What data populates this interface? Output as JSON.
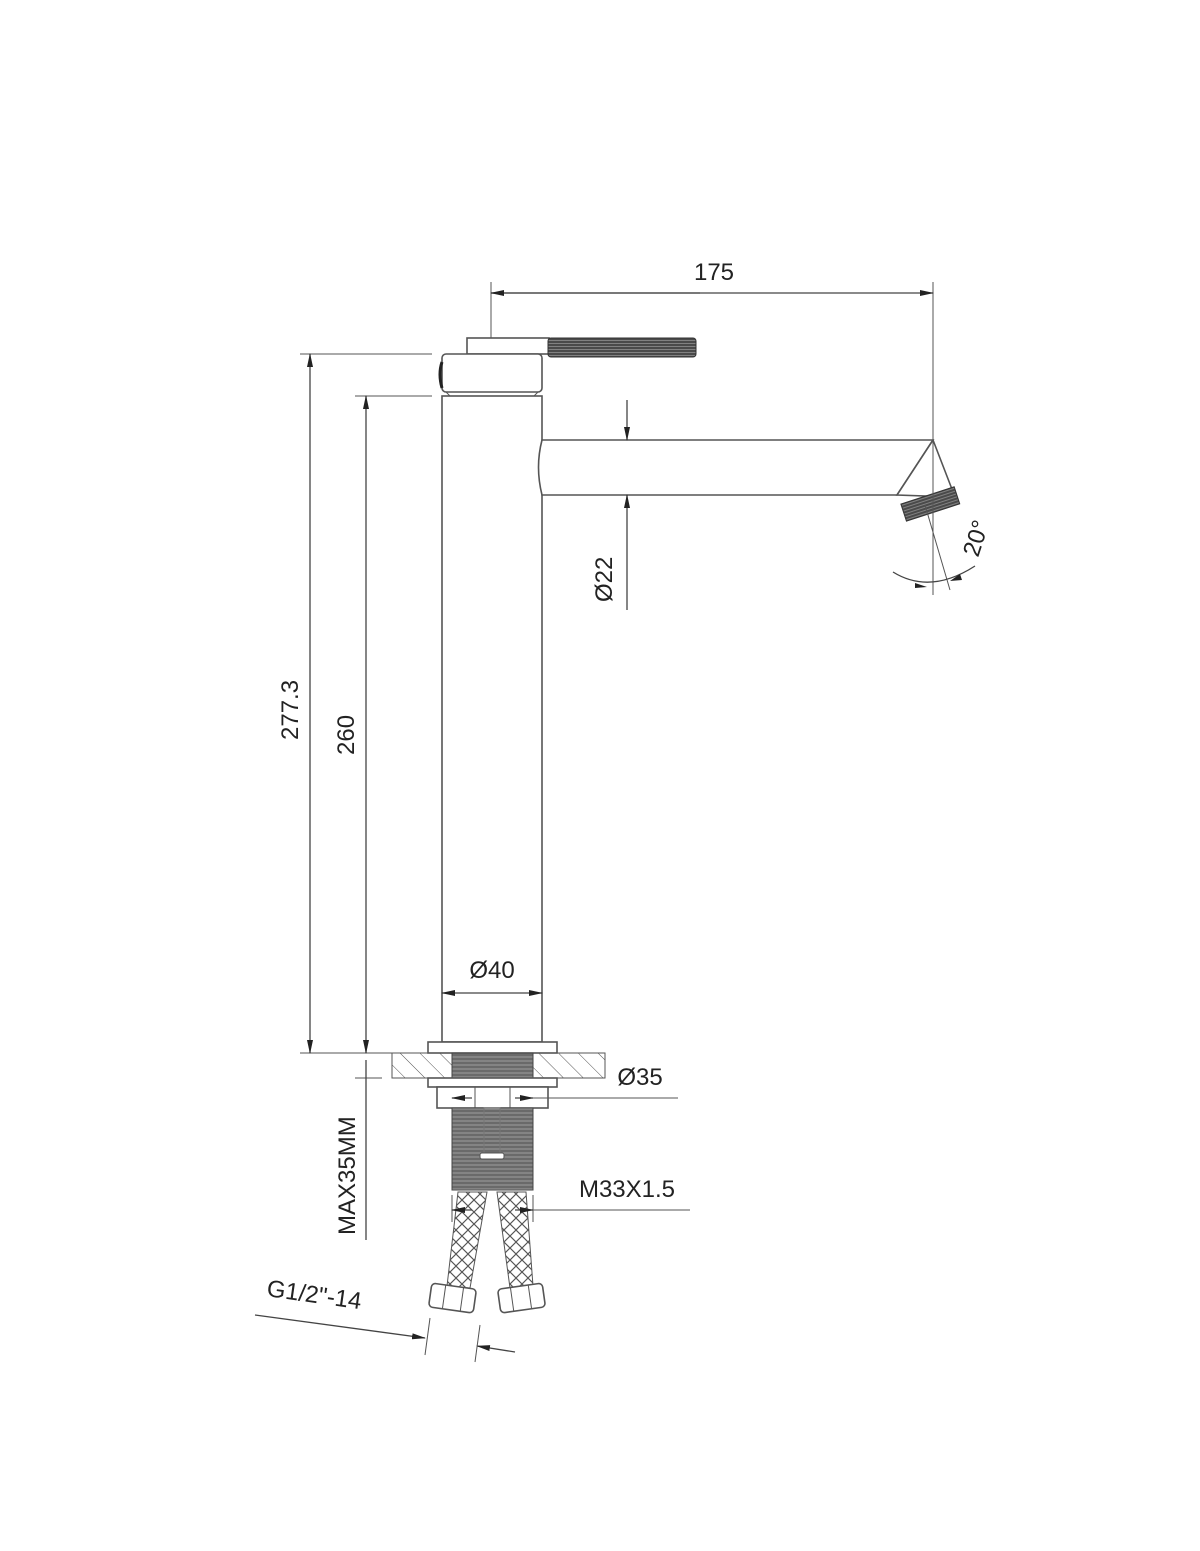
{
  "drawing": {
    "title": "Tall basin mixer dimension drawing",
    "dimensions": {
      "spout_reach": "175",
      "total_height": "277.3",
      "body_height": "260",
      "spout_diameter": "Ø22",
      "body_diameter": "Ø40",
      "hole_diameter": "Ø35",
      "thread": "M33X1.5",
      "max_counter_thickness": "MAX35MM",
      "hose_connection": "G1/2\"-14",
      "aerator_angle": "20°"
    },
    "colors": {
      "line": "#444444",
      "fill_dark": "#3a3a3a",
      "background": "#ffffff"
    }
  }
}
